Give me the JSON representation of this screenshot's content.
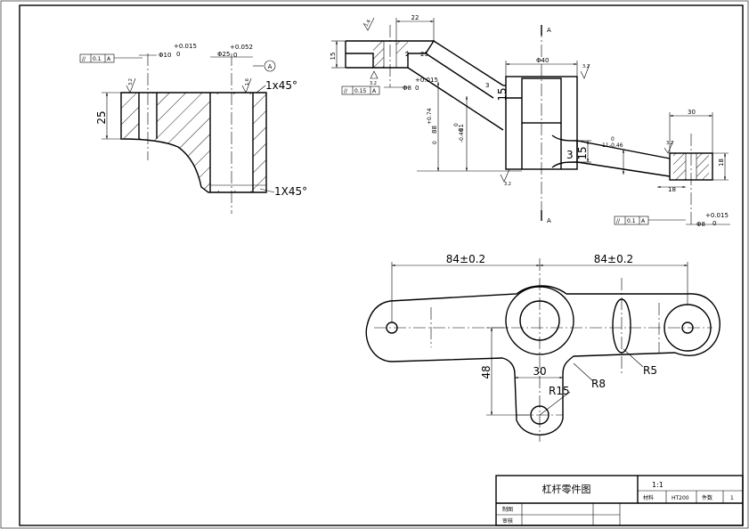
{
  "left_view": {
    "tol_box": {
      "symbol": "//",
      "value": "0.1",
      "datum": "A"
    },
    "bore_small": {
      "dia": "Φ10",
      "upper": "+0.015",
      "lower": "0"
    },
    "bore_large": {
      "dia": "Φ25",
      "upper": "+0.052",
      "lower": "0"
    },
    "datum": "A",
    "roughness_1": "3.2",
    "roughness_2": "1.6",
    "dim_height": "25",
    "chamfer_top": "1x45°",
    "chamfer_bottom": "1X45°"
  },
  "section_view": {
    "dim_top_width": "22",
    "dim_flange": "15",
    "dim_angle": "2",
    "dim_25": "25",
    "dim_d40": "Φ40",
    "dim_3_top": "3",
    "dim_15_vert": "15",
    "dim_30": "30",
    "dim_18_right": "18",
    "dim_18_bottom": "18",
    "dim_15_right": "15",
    "dim_3_right": "3",
    "dim_a": {
      "upper": "+0.74",
      "value": "88",
      "lower": "0"
    },
    "dim_b": {
      "upper": "0",
      "value": "81",
      "lower": "-0.46"
    },
    "dim_c": {
      "upper": "0",
      "value": "11",
      "lower": "-0.46"
    },
    "bore_left": {
      "dia": "Φ8",
      "upper": "+0.015",
      "lower": "0"
    },
    "bore_right": {
      "dia": "Φ8",
      "upper": "+0.015",
      "lower": "0"
    },
    "tol_left": {
      "symbol": "//",
      "value": "0.15",
      "datum": "A"
    },
    "tol_right": {
      "symbol": "//",
      "value": "0.1",
      "datum": "A"
    },
    "section_mark": "A",
    "roughness_top_left": "1.6",
    "roughness_mid_left": "3.2",
    "roughness_top_right": "3.2",
    "roughness_right": "3.2",
    "roughness_bottom": "3.2"
  },
  "plan_view": {
    "dim_left": "84±0.2",
    "dim_right": "84±0.2",
    "dim_48": "48",
    "dim_30": "30",
    "dim_r15": "R15",
    "dim_r8": "R8",
    "dim_r5": "R5"
  },
  "title_block": {
    "drawing_name": "杠杆零件图",
    "scale": "1:1",
    "material_label": "材料",
    "material": "HT200",
    "quantity_label": "件数",
    "quantity": "1",
    "drawn_label": "制图",
    "checked_label": "审核"
  }
}
